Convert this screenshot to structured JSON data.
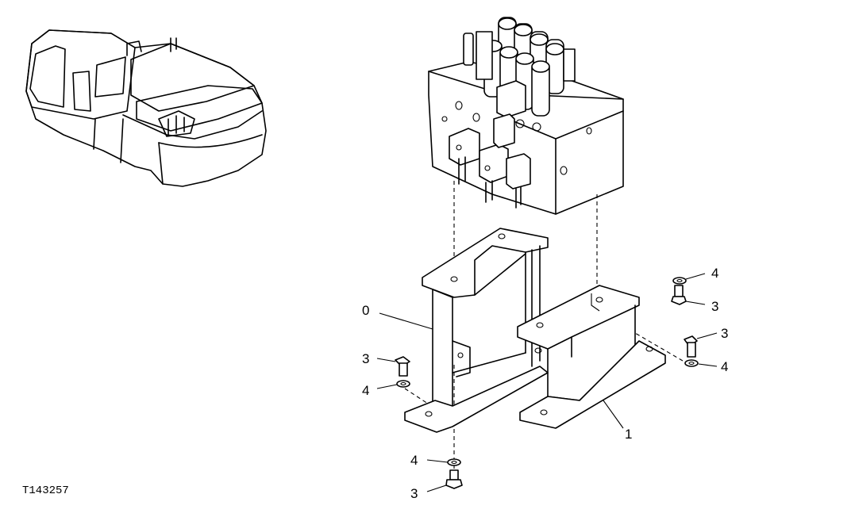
{
  "figure_id": "T143257",
  "callouts": [
    {
      "id": "c0",
      "label": "0"
    },
    {
      "id": "c1",
      "label": "1"
    },
    {
      "id": "c3a",
      "label": "3"
    },
    {
      "id": "c3b",
      "label": "3"
    },
    {
      "id": "c3c",
      "label": "3"
    },
    {
      "id": "c3d",
      "label": "3"
    },
    {
      "id": "c4a",
      "label": "4"
    },
    {
      "id": "c4b",
      "label": "4"
    },
    {
      "id": "c4c",
      "label": "4"
    },
    {
      "id": "c4d",
      "label": "4"
    }
  ]
}
